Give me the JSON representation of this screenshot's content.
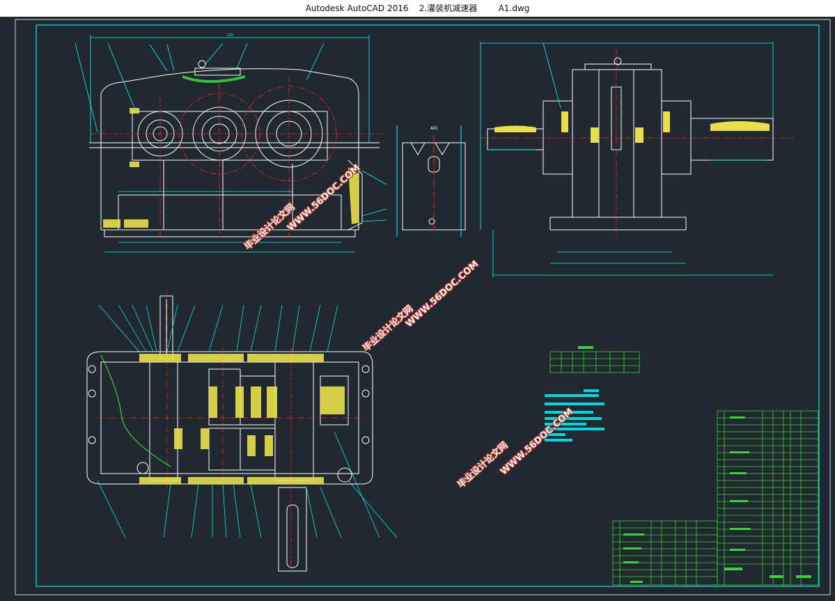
{
  "window": {
    "app_name": "Autodesk AutoCAD 2016",
    "file_name": "2.灌装机减速器",
    "sheet": "A1.dwg"
  },
  "watermarks": {
    "site": "WWW.56DOC.COM",
    "cn": "毕业设计论文网"
  },
  "drawing": {
    "view_a_label": "A向",
    "dim_top_main": "135",
    "colors": {
      "background": "#212830",
      "frame": "#00e5e5",
      "geometry": "#ffffff",
      "centerline": "#ff2a2a",
      "hatch": "#e8e04a",
      "annotation": "#00ffff",
      "table": "#35d635"
    }
  },
  "title_block": {
    "rows_visible": 21
  }
}
